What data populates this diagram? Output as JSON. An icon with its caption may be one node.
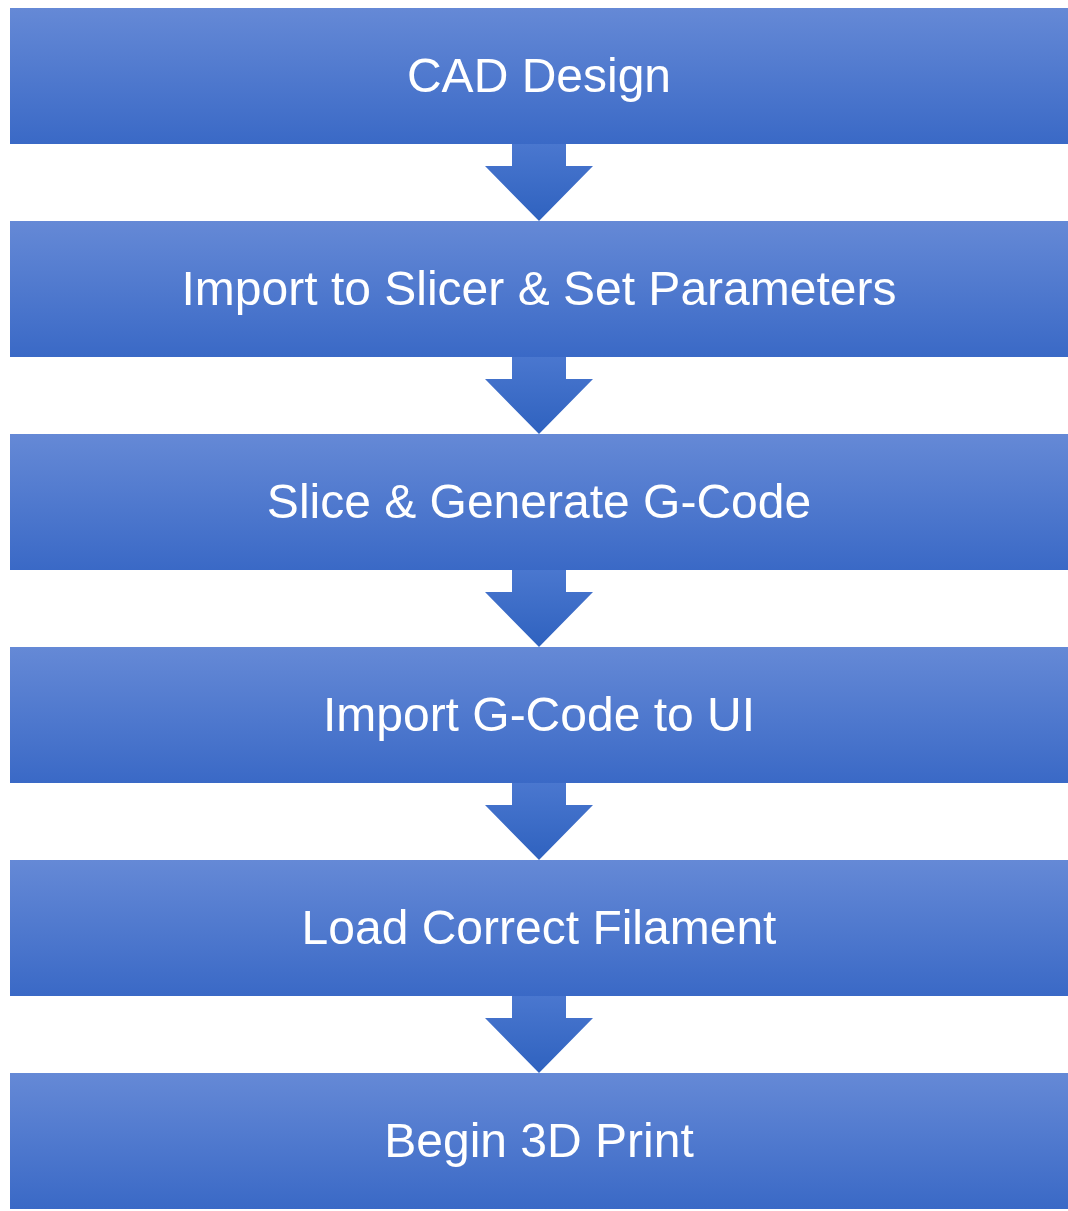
{
  "diagram": {
    "nodes": [
      {
        "text": [
          "CAD Design"
        ]
      },
      {
        "text": [
          "Import to Slicer & Set Parameters"
        ]
      },
      {
        "text": [
          "Slice & Generate G-Code"
        ]
      },
      {
        "text": [
          "Import G-Code to UI"
        ]
      },
      {
        "text": [
          "Load Correct Filament"
        ]
      },
      {
        "text": [
          "Begin 3D Print"
        ]
      }
    ],
    "edges": [
      {
        "from": 0,
        "to": 1,
        "arrow": "to"
      },
      {
        "from": 1,
        "to": 2,
        "arrow": "to"
      },
      {
        "from": 2,
        "to": 3,
        "arrow": "to"
      },
      {
        "from": 3,
        "to": 4,
        "arrow": "to"
      },
      {
        "from": 4,
        "to": 5,
        "arrow": "to"
      }
    ]
  }
}
